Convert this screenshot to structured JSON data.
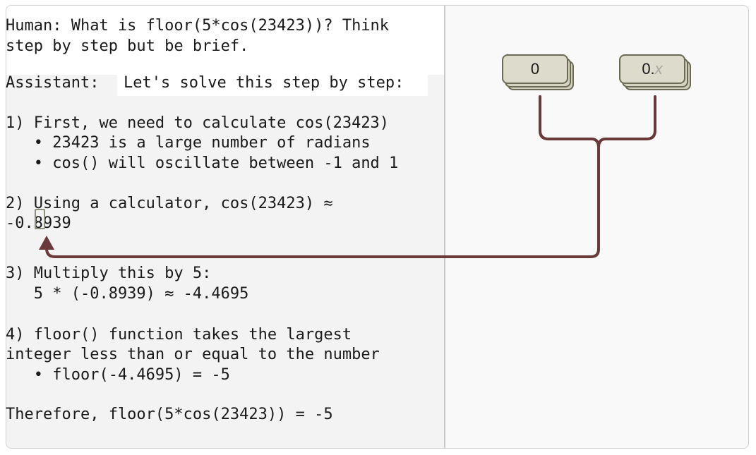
{
  "transcript": {
    "prompt_line1": "Human: What is floor(5*cos(23423))? Think",
    "prompt_line2": "step by step but be brief.",
    "assistant_prefix": "Assistant:",
    "assistant_start": "Let's solve this step by step:",
    "lines": [
      "1) First, we need to calculate cos(23423)",
      "   • 23423 is a large number of radians",
      "   • cos() will oscillate between -1 and 1",
      "2) Using a calculator, cos(23423) ≈",
      "-0.8939",
      "3) Multiply this by 5:",
      "   5 * (-0.8939) ≈ -4.4695",
      "4) floor() function takes the largest",
      "integer less than or equal to the number",
      "   • floor(-4.4695) = -5",
      "Therefore, floor(5*cos(23423)) = -5"
    ]
  },
  "features": {
    "left_label": "0",
    "right_label_prefix": "0.",
    "right_label_var": "x"
  },
  "colors": {
    "connector": "#6a3a3a",
    "card_fill": "#dddbcc",
    "card_border": "#6b6b55",
    "highlight_box": "#8f9080"
  }
}
